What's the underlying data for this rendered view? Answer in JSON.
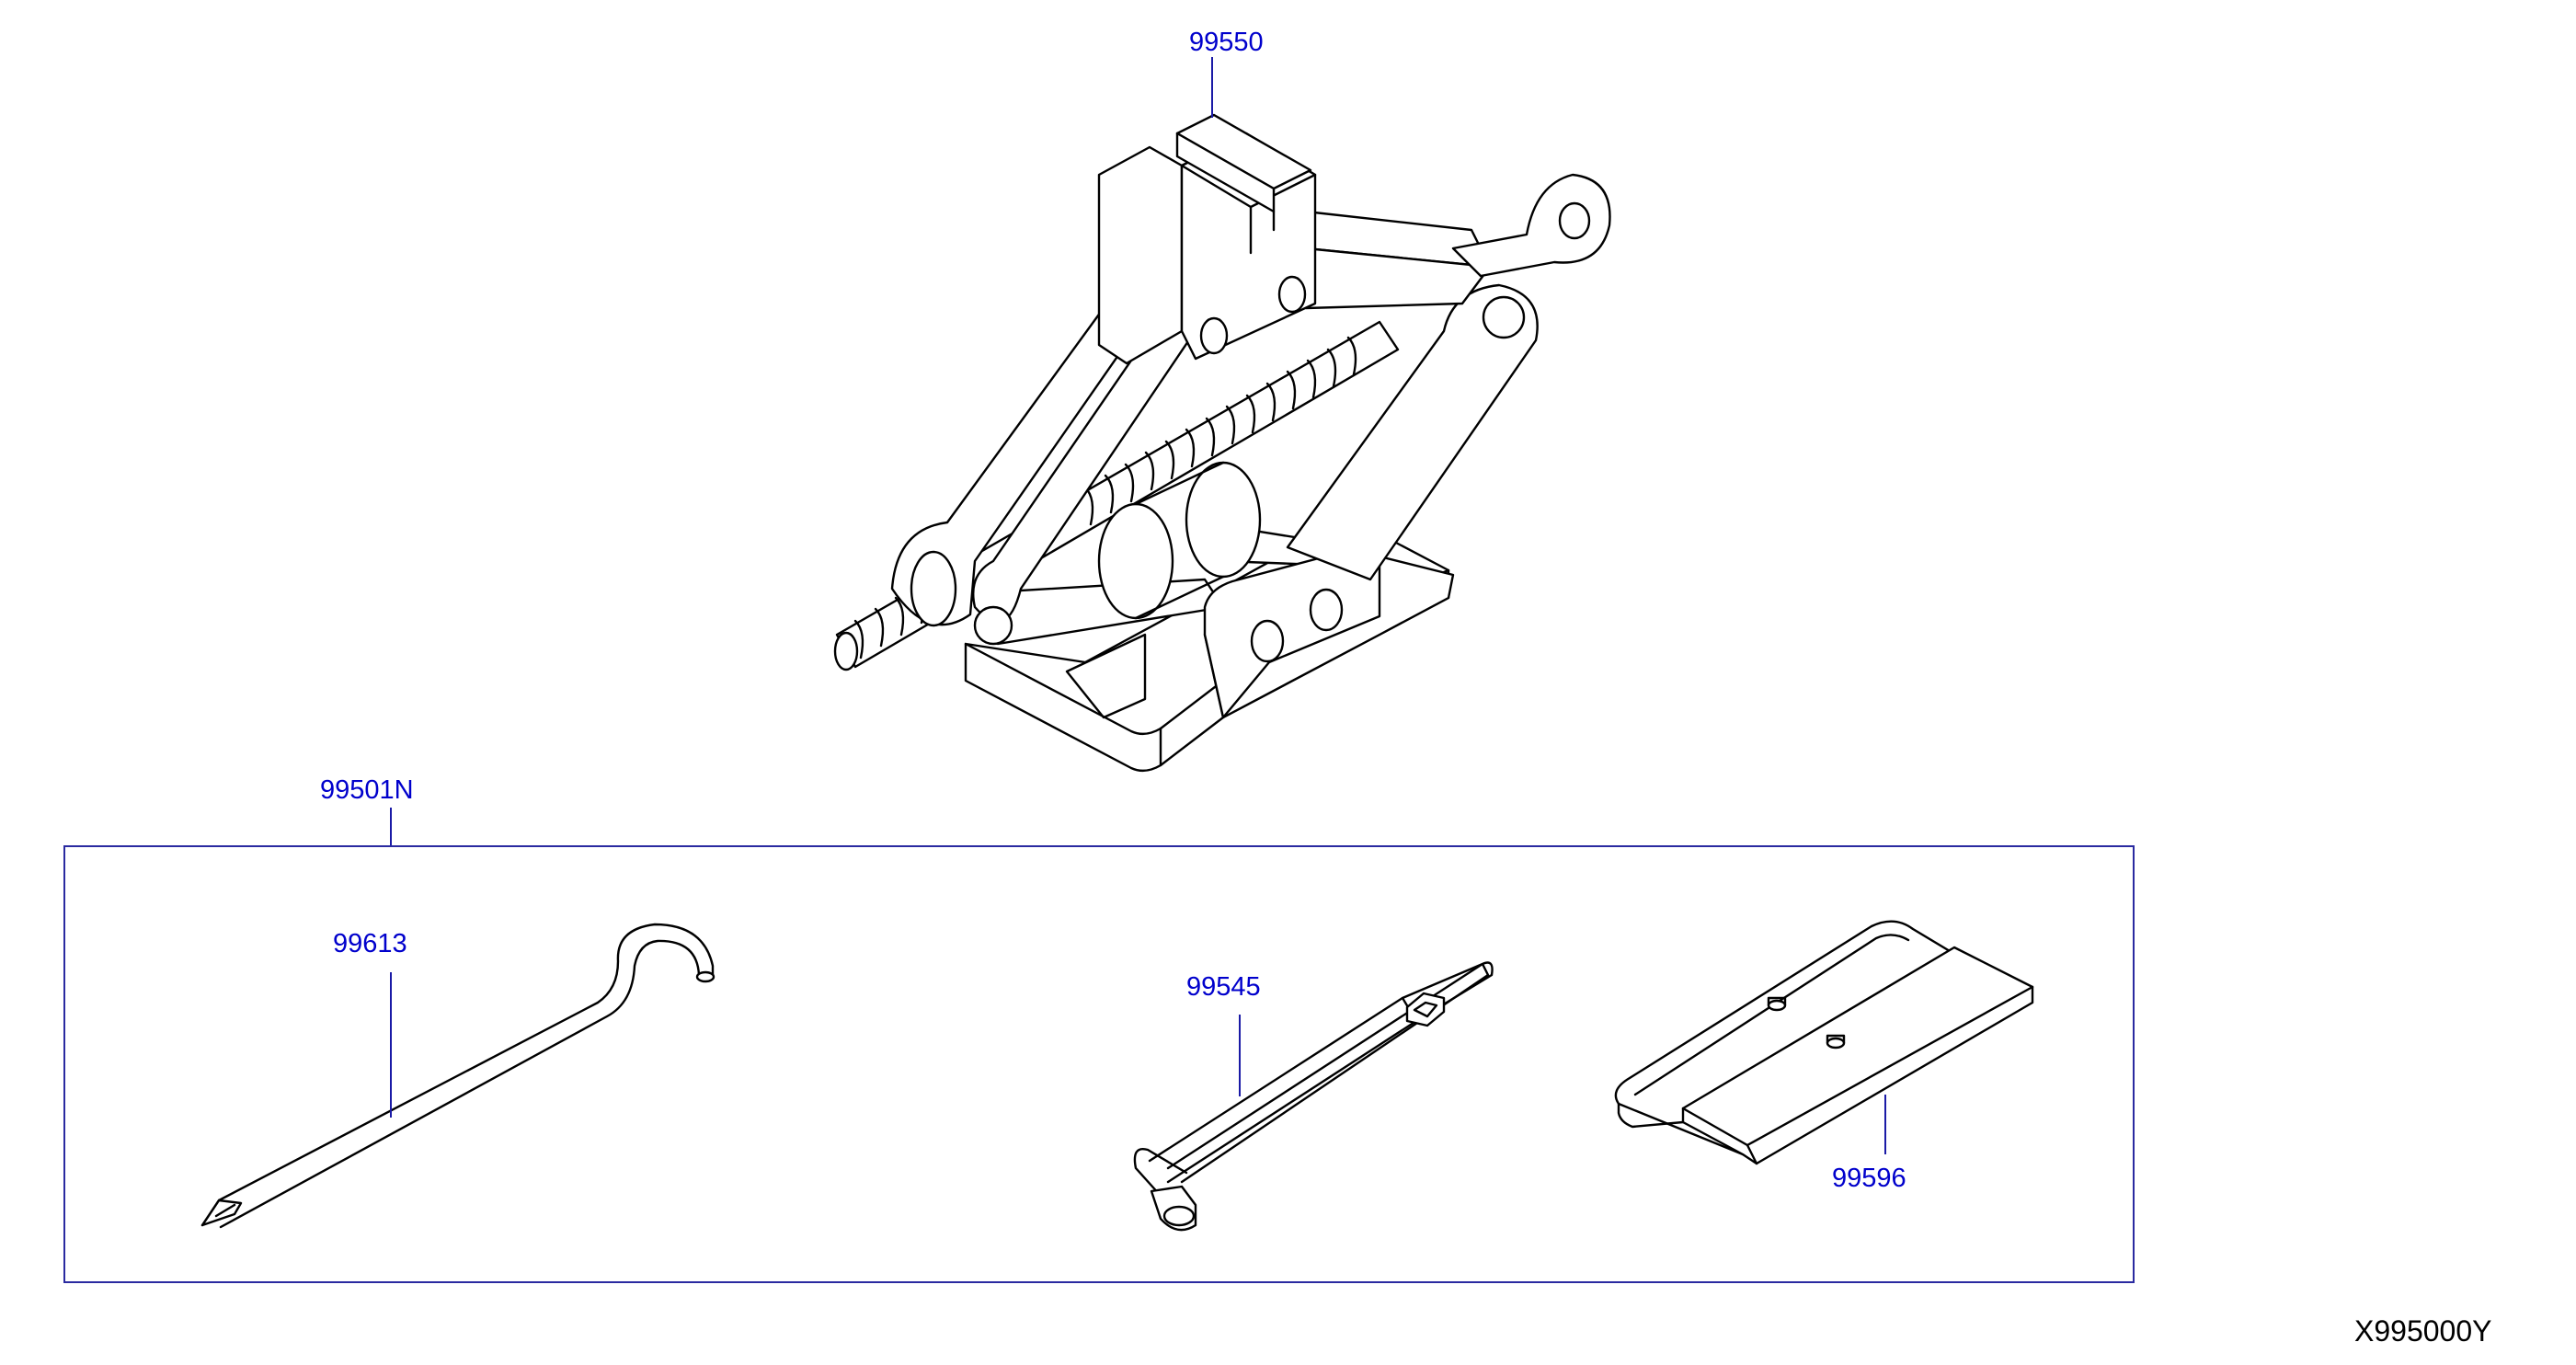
{
  "callouts": {
    "jack": "99550",
    "tool_set": "99501N",
    "hook_rod": "99613",
    "wheel_wrench": "99545",
    "jack_handle_plate": "99596"
  },
  "diagram_id": "X995000Y",
  "colors": {
    "callout_text": "#0000cc",
    "leader_line": "#1a1aa6",
    "frame": "#2a2aa0",
    "drawing": "#000000"
  }
}
